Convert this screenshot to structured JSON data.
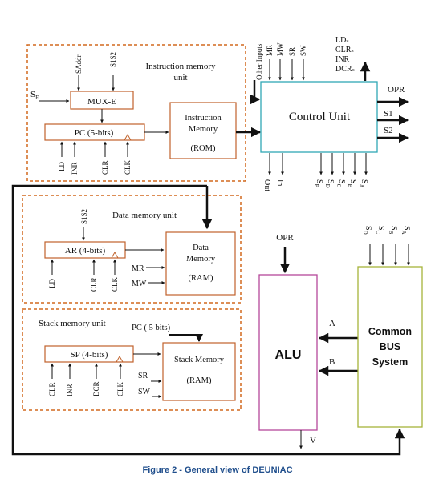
{
  "caption": "Figure 2 - General view of DEUNIAC",
  "instruction_memory_unit": {
    "title_line1": "Instruction memory",
    "title_line2": "unit",
    "se_label": "S",
    "se_sub": "E",
    "mux_label": "MUX-E",
    "saddr_label": "SAddr",
    "s1s2_label": "S1S2",
    "pc_label": "PC (5-bits)",
    "pc_inputs": [
      "LD",
      "INR",
      "CLR",
      "CLK"
    ],
    "memory_line1": "Instruction",
    "memory_line2": "Memory",
    "memory_line3": "(ROM)"
  },
  "control_unit": {
    "label": "Control Unit",
    "top_inputs": [
      "Other Inputs",
      "MR",
      "MW",
      "SR",
      "SW"
    ],
    "top_right_outputs": [
      "LDₛ",
      "CLRₛ",
      "INR",
      "DCRₛ"
    ],
    "right_outputs": [
      "OPR",
      "S1",
      "S2"
    ],
    "bottom_signals": [
      "Out",
      "In"
    ],
    "select_prefix": "S",
    "select_subs": [
      "B",
      "D",
      "C",
      "B",
      "A"
    ]
  },
  "data_memory_unit": {
    "title": "Data memory unit",
    "s1s2_label": "S1S2",
    "ar_label": "AR (4-bits)",
    "ar_inputs": [
      "LD",
      "CLR",
      "CLK"
    ],
    "memory_line1": "Data",
    "memory_line2": "Memory",
    "memory_line3": "(RAM)",
    "mr_label": "MR",
    "mw_label": "MW"
  },
  "stack_memory_unit": {
    "title": "Stack memory unit",
    "pc_label": "PC ( 5 bits)",
    "sp_label": "SP (4-bits)",
    "sp_inputs": [
      "CLR",
      "INR",
      "DCR",
      "CLK"
    ],
    "memory_line1": "Stack Memory",
    "memory_line2": "(RAM)",
    "sr_label": "SR",
    "sw_label": "SW"
  },
  "alu": {
    "label": "ALU",
    "opr_label": "OPR",
    "a_label": "A",
    "b_label": "B",
    "v_label": "V"
  },
  "bus": {
    "line1": "Common",
    "line2": "BUS",
    "line3": "System",
    "select_prefix": "S",
    "select_subs": [
      "D",
      "C",
      "B",
      "A"
    ]
  },
  "colors": {
    "dashed_border": "#d2691e",
    "block_border": "#c0622b",
    "control_unit_border": "#2fa8b5",
    "alu_border": "#b5479a",
    "bus_border": "#a6b33a",
    "caption": "#1f4e8c"
  }
}
